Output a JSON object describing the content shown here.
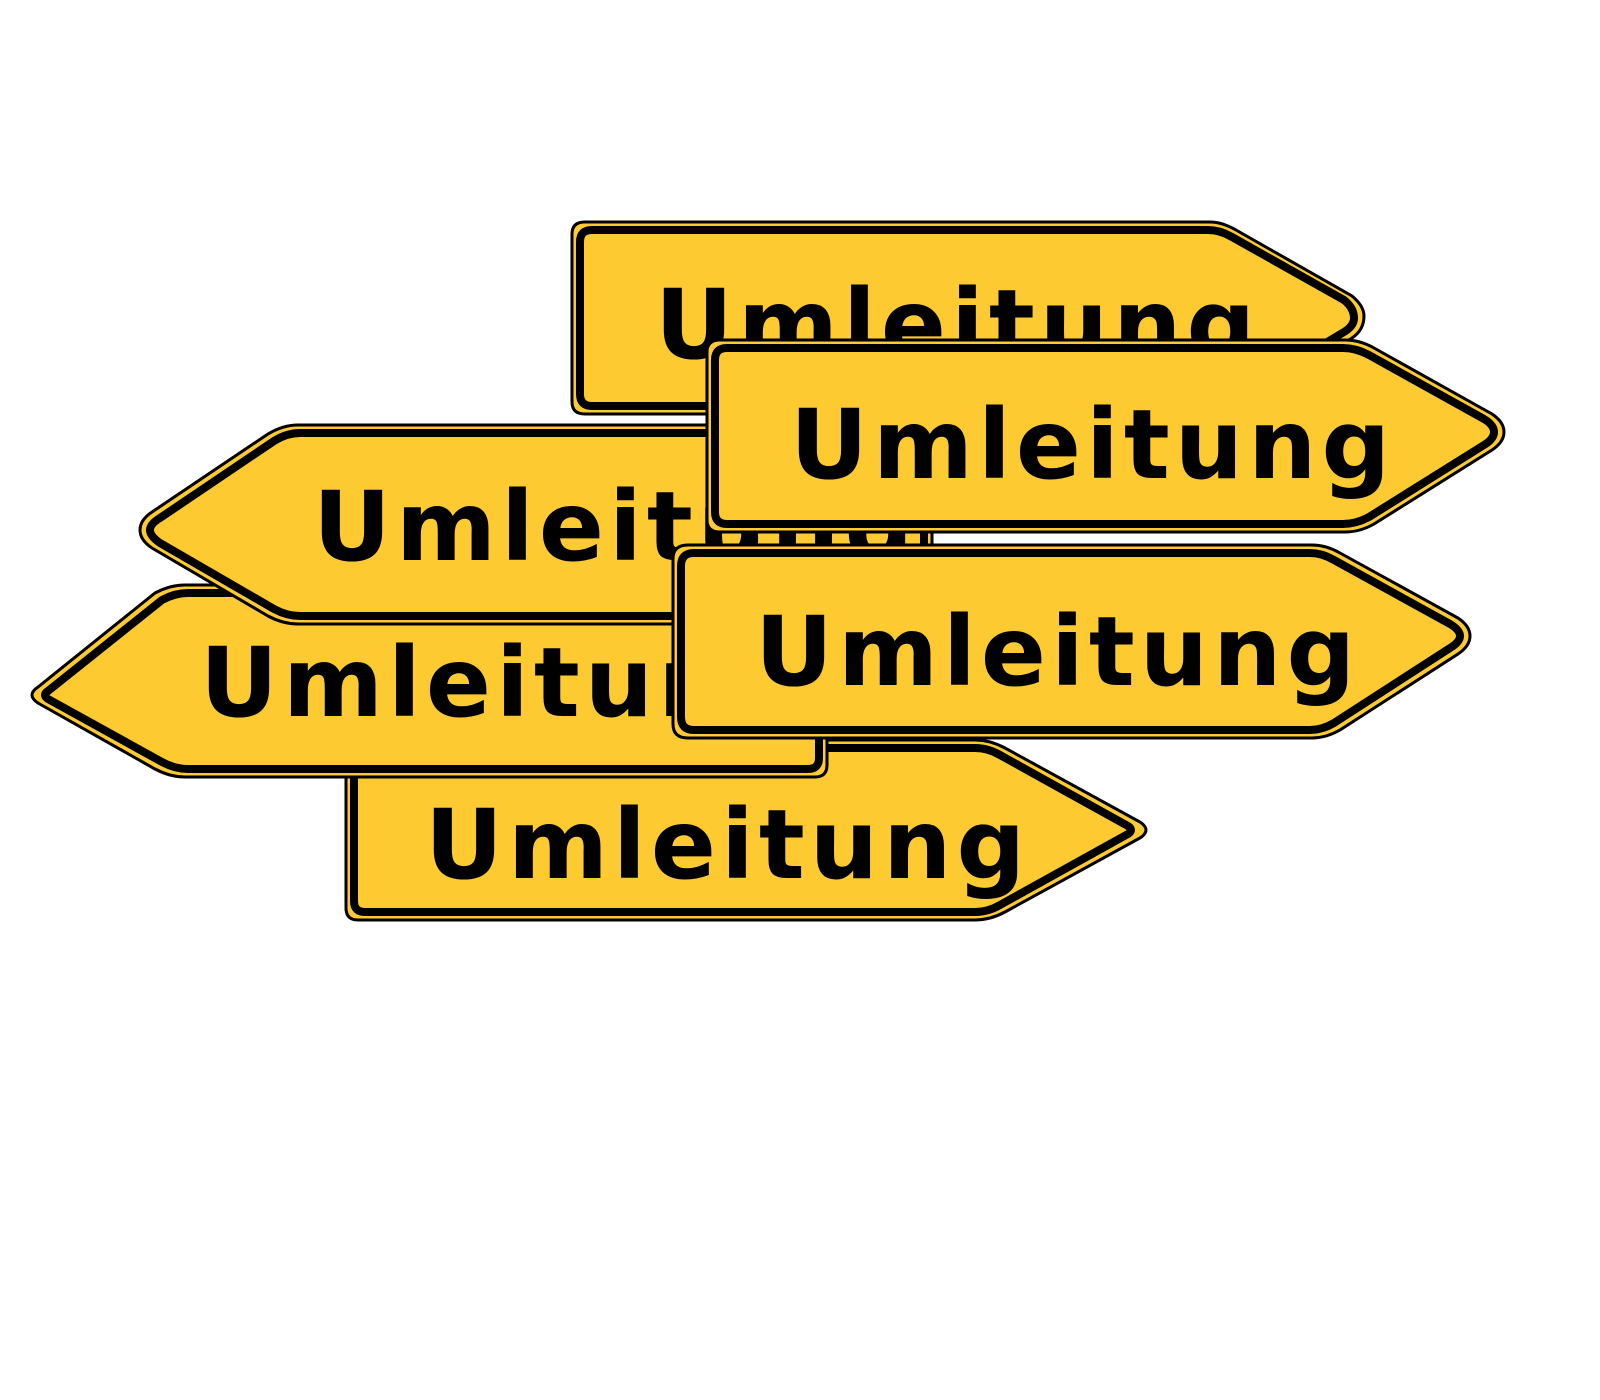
{
  "colors": {
    "background": "#ffffff",
    "sign_fill": "#fdca31",
    "sign_border": "#000000"
  },
  "signs": [
    {
      "id": "sign-1",
      "label": "Umleitung",
      "direction": "right"
    },
    {
      "id": "sign-2",
      "label": "Umleitung",
      "direction": "right"
    },
    {
      "id": "sign-3",
      "label": "Umleitung",
      "direction": "left"
    },
    {
      "id": "sign-4",
      "label": "Umleitung",
      "direction": "left"
    },
    {
      "id": "sign-5",
      "label": "Umleitung",
      "direction": "right"
    },
    {
      "id": "sign-6",
      "label": "Umleitung",
      "direction": "right"
    }
  ]
}
